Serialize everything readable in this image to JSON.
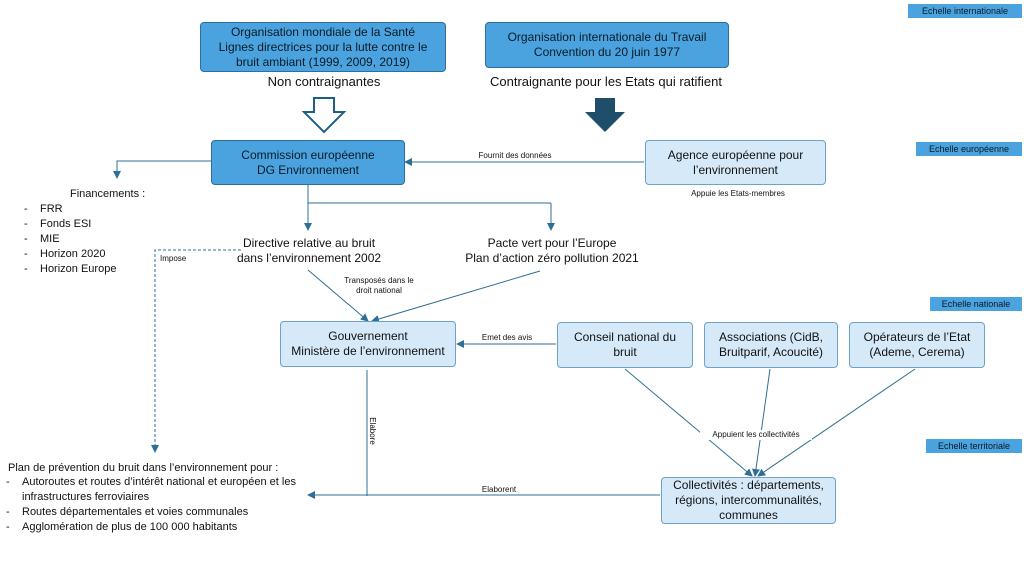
{
  "scales": {
    "international": "Echelle internationale",
    "european": "Echelle européenne",
    "national": "Echelle nationale",
    "territorial": "Echelle territoriale"
  },
  "boxes": {
    "oms": "Organisation mondiale de la Santé\nLignes directrices pour la lutte contre le bruit ambiant (1999, 2009, 2019)",
    "oit": "Organisation internationale du Travail\nConvention du 20 juin 1977",
    "commission": "Commission européenne\nDG Environnement",
    "agence": "Agence européenne pour l’environnement",
    "gouvernement": "Gouvernement\nMinistère de l’environnement",
    "cnb": "Conseil national du bruit",
    "associations": "Associations (CidB, Bruitparif, Acoucité)",
    "operateurs": "Opérateurs de l’Etat (Ademe, Cerema)",
    "collectivites": "Collectivités : départements, régions, intercommunalités, communes"
  },
  "labels": {
    "non_contraignantes": "Non contraignantes",
    "contraignante": "Contraignante pour les Etats qui ratifient",
    "financements_title": "Financements :",
    "directive": "Directive relative au bruit\ndans l’environnement 2002",
    "pacte": "Pacte vert pour l’Europe\nPlan d’action zéro pollution 2021",
    "ppbe_title": "Plan de prévention du bruit dans l’environnement pour :"
  },
  "financements": [
    "FRR",
    "Fonds ESI",
    "MIE",
    "Horizon 2020",
    "Horizon Europe"
  ],
  "ppbe_items": [
    "Autoroutes et routes d’intérêt national et européen et les infrastructures ferroviaires",
    "Routes départementales et voies communales",
    "Agglomération de plus de 100 000 habitants"
  ],
  "edges": {
    "fournit": "Fournit des données",
    "appuie_etats": "Appuie les Etats-membres",
    "impose": "Impose",
    "transposes": "Transposés dans le\ndroit national",
    "emet": "Emet des avis",
    "elabore": "Elabore",
    "appuient": "Appuient les collectivités",
    "elaborent": "Elaborent"
  },
  "colors": {
    "dark_box": "#4aa3de",
    "light_box": "#d6e9f8",
    "line": "#2f6f95",
    "arrow_fill": "#1f4e6b"
  }
}
